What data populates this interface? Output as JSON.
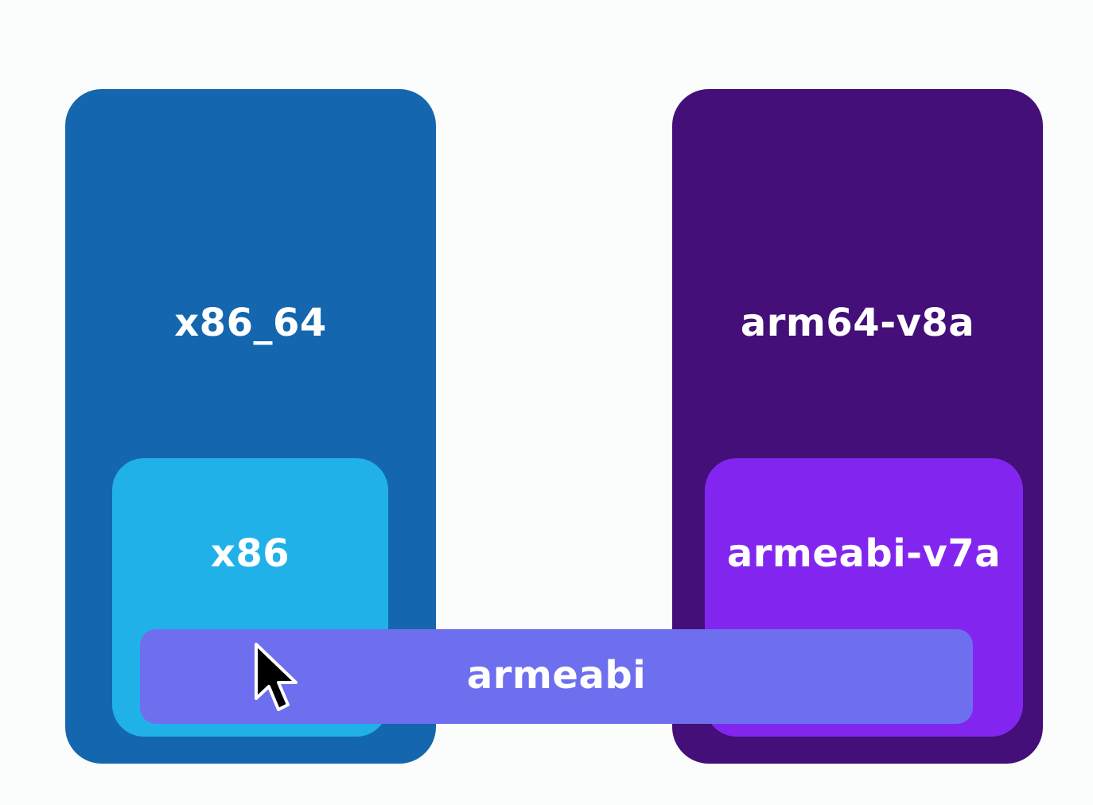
{
  "blocks": {
    "x86_64": {
      "label": "x86_64",
      "color": "#1467ae"
    },
    "x86": {
      "label": "x86",
      "color": "#21b1e9"
    },
    "arm64_v8a": {
      "label": "arm64-v8a",
      "color": "#440f78"
    },
    "armeabi_v7a": {
      "label": "armeabi-v7a",
      "color": "#8226ef"
    },
    "armeabi": {
      "label": "armeabi",
      "color": "#6e6fee"
    }
  },
  "cursor": {
    "icon": "mouse-pointer-icon"
  }
}
